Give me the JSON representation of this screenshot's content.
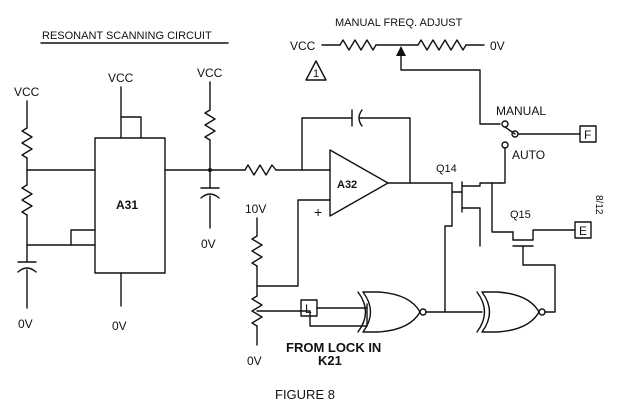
{
  "title": "RESONANT SCANNING CIRCUIT",
  "figure_caption": "FIGURE 8",
  "page_mark": "8/12",
  "manual_adjust": {
    "label": "MANUAL FREQ. ADJUST",
    "vcc": "VCC",
    "zero": "0V",
    "note_number": "1"
  },
  "supply_labels": {
    "left_vcc": "VCC",
    "a31_vcc": "VCC",
    "right_vcc": "VCC",
    "left_0v": "0V",
    "a31_0v": "0V",
    "cap_0v": "0V",
    "divider_10v": "10V",
    "divider_0v": "0V"
  },
  "components": {
    "a31": "A31",
    "a32": "A32",
    "q14": "Q14",
    "q15": "Q15",
    "plus_sign": "+"
  },
  "switch": {
    "manual": "MANUAL",
    "auto": "AUTO"
  },
  "terminals": {
    "f": "F",
    "e": "E",
    "l": "L"
  },
  "lock_note": {
    "line1": "FROM LOCK IN",
    "line2": "K21"
  }
}
